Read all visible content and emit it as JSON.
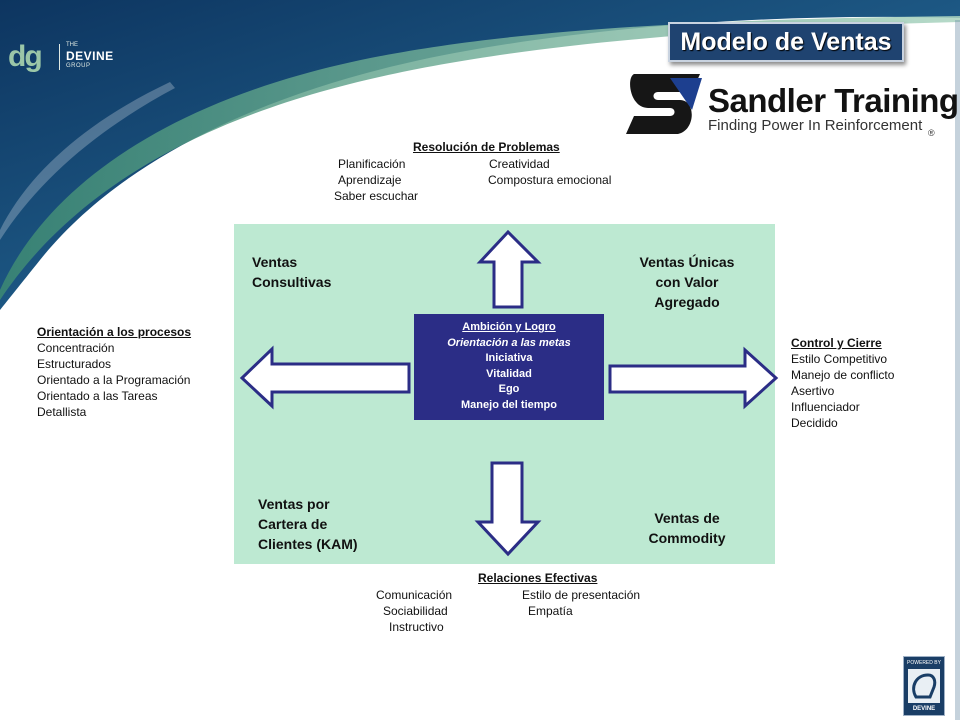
{
  "header": {
    "title": "Modelo de Ventas"
  },
  "logos": {
    "devine": {
      "mark": "dg",
      "small": "THE",
      "name": "DEVINE",
      "group": "GROUP"
    },
    "sandler": {
      "name": "Sandler Training",
      "tagline": "Finding Power In Reinforcement",
      "registered": "®"
    },
    "powered": {
      "top": "POWERED BY",
      "bottom": "DEVINE"
    }
  },
  "quadrants": {
    "top_left": [
      "Ventas",
      "Consultivas"
    ],
    "top_right": [
      "Ventas Únicas",
      "con Valor",
      "Agregado"
    ],
    "bottom_left": [
      "Ventas por",
      "Cartera de",
      "Clientes (KAM)"
    ],
    "bottom_right": [
      "Ventas de",
      "Commodity"
    ]
  },
  "center": {
    "title": "Ambición y Logro",
    "subtitle": "Orientación a las metas",
    "items": [
      "Iniciativa",
      "Vitalidad",
      "Ego",
      "Manejo del tiempo"
    ]
  },
  "top_group": {
    "title": "Resolución de Problemas",
    "items": [
      "Planificación",
      "Creatividad",
      "Aprendizaje",
      "Compostura emocional",
      "Saber escuchar"
    ]
  },
  "left_group": {
    "title": "Orientación a los procesos",
    "items": [
      "Concentración",
      "Estructurados",
      "Orientado a la Programación",
      "Orientado a las Tareas",
      "Detallista"
    ]
  },
  "right_group": {
    "title": "Control y Cierre",
    "items": [
      "Estilo Competitivo",
      "Manejo de conflicto",
      "Asertivo",
      "Influenciador",
      "Decidido"
    ]
  },
  "bottom_group": {
    "title": "Relaciones Efectivas",
    "items": [
      "Comunicación",
      "Estilo de presentación",
      "Sociabilidad",
      "Empatía",
      "Instructivo"
    ]
  },
  "colors": {
    "panel": "#bde9d2",
    "center": "#2b2d86",
    "arrow_stroke": "#2b2d86",
    "title_badge": "#1f4370",
    "background_curve": "#123a66"
  }
}
